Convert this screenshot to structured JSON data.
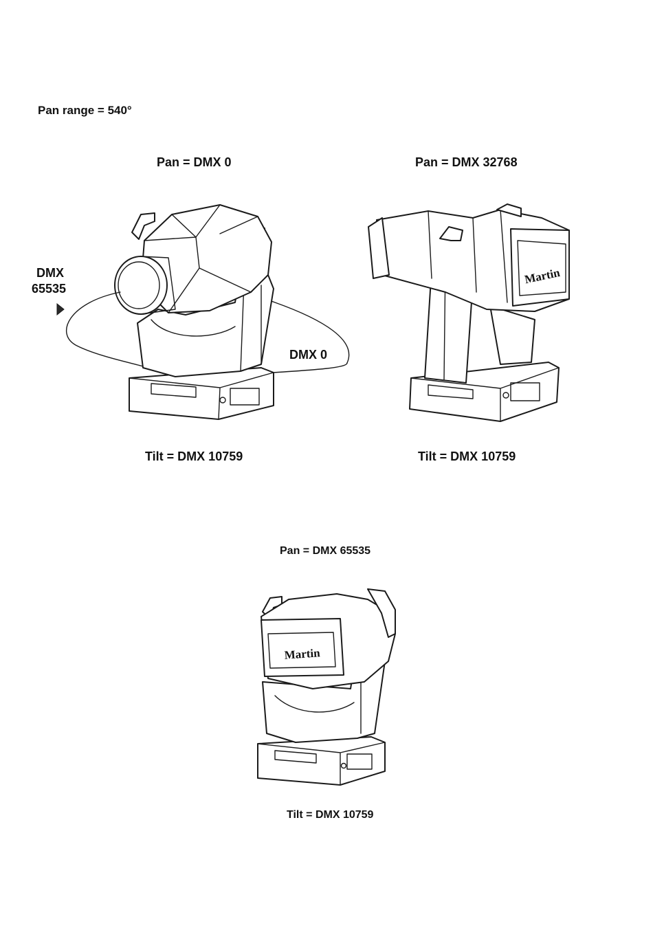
{
  "page": {
    "pan_range": "Pan range = 540°"
  },
  "views": [
    {
      "pan": "Pan = DMX 0",
      "tilt": "Tilt = DMX 10759"
    },
    {
      "pan": "Pan = DMX 32768",
      "tilt": "Tilt = DMX 10759"
    },
    {
      "pan": "Pan = DMX 65535",
      "tilt": "Tilt = DMX 10759"
    }
  ],
  "rotation": {
    "start_label_line1": "DMX",
    "start_label_line2": "65535",
    "end_label": "DMX 0"
  },
  "brand": {
    "logo_text": "Martin"
  }
}
